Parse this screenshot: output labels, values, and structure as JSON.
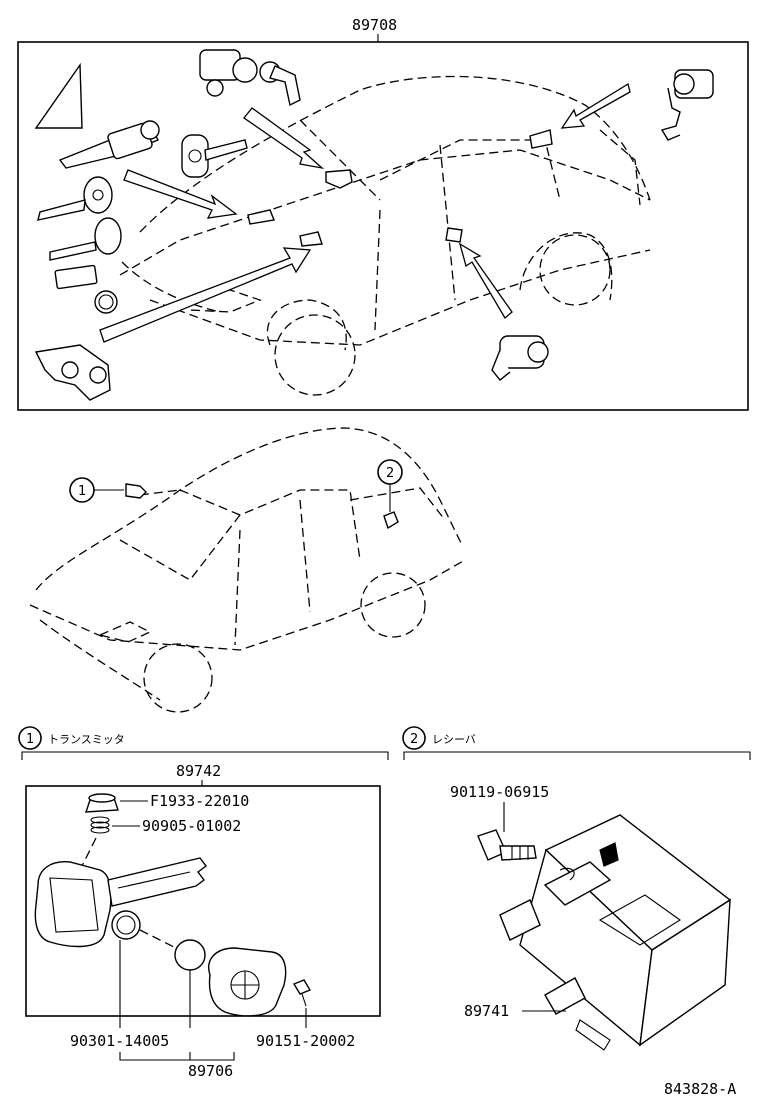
{
  "header": {
    "top_label": "89708"
  },
  "overview": {
    "callout_1": "1",
    "callout_2": "2"
  },
  "section_transmitter": {
    "index": "1",
    "title": "トランスミッタ",
    "assembly": "89742",
    "parts": {
      "cap": "F1933-22010",
      "spring": "90905-01002",
      "ring": "90301-14005",
      "screw": "90151-20002",
      "bottom": "89706"
    }
  },
  "section_receiver": {
    "index": "2",
    "title": "レシーバ",
    "parts": {
      "bolt": "90119-06915",
      "receiver": "89741"
    }
  },
  "footer": {
    "illustration_id": "843828-A"
  }
}
